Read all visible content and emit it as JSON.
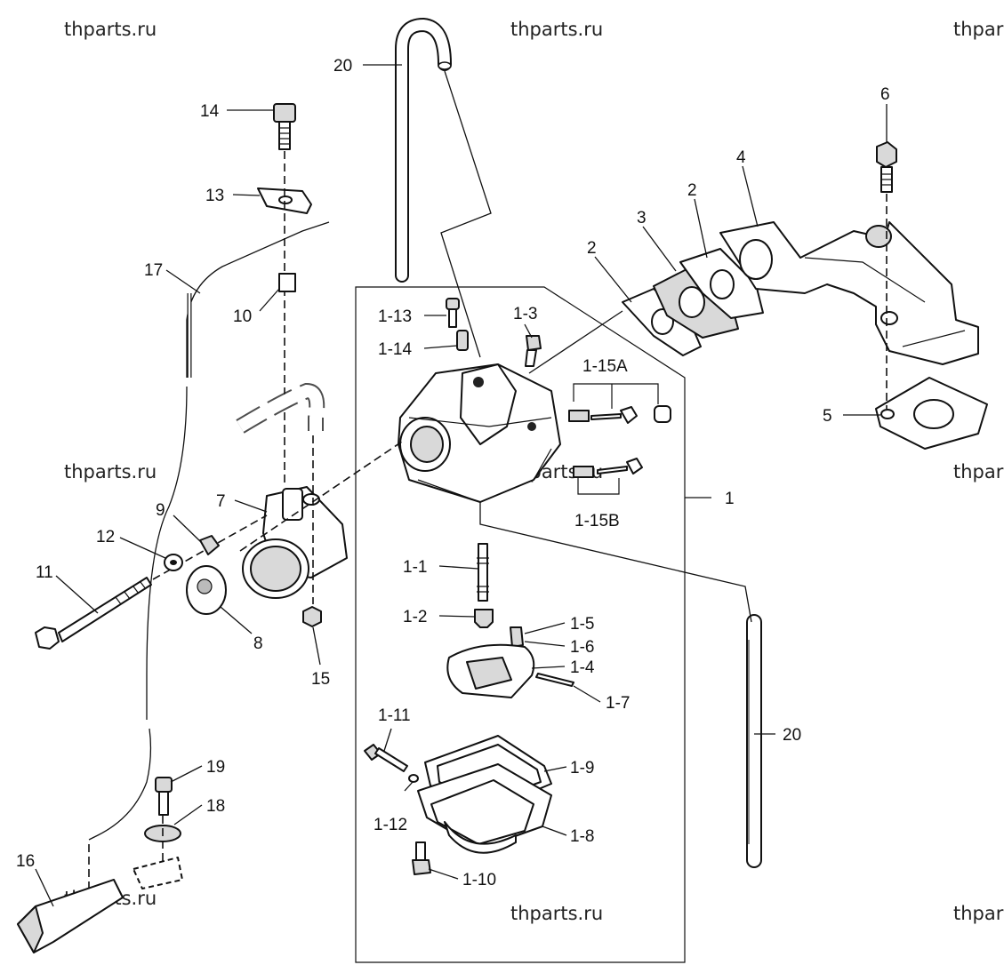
{
  "watermark": "thparts.ru",
  "watermark_partial": "thpar",
  "labels": {
    "p20_top": "20",
    "p20_right": "20",
    "p14": "14",
    "p13": "13",
    "p17": "17",
    "p10": "10",
    "p7": "7",
    "p9": "9",
    "p12": "12",
    "p11": "11",
    "p8": "8",
    "p15": "15",
    "p19": "19",
    "p18": "18",
    "p16": "16",
    "p6": "6",
    "p4": "4",
    "p2a": "2",
    "p3": "3",
    "p2b": "2",
    "p5": "5",
    "p1": "1",
    "p1_13": "1-13",
    "p1_14": "1-14",
    "p1_3": "1-3",
    "p1_15a": "1-15A",
    "p1_15b": "1-15B",
    "p1_1": "1-1",
    "p1_2": "1-2",
    "p1_5": "1-5",
    "p1_6": "1-6",
    "p1_4": "1-4",
    "p1_7": "1-7",
    "p1_11": "1-11",
    "p1_9": "1-9",
    "p1_12": "1-12",
    "p1_8": "1-8",
    "p1_10": "1-10"
  }
}
